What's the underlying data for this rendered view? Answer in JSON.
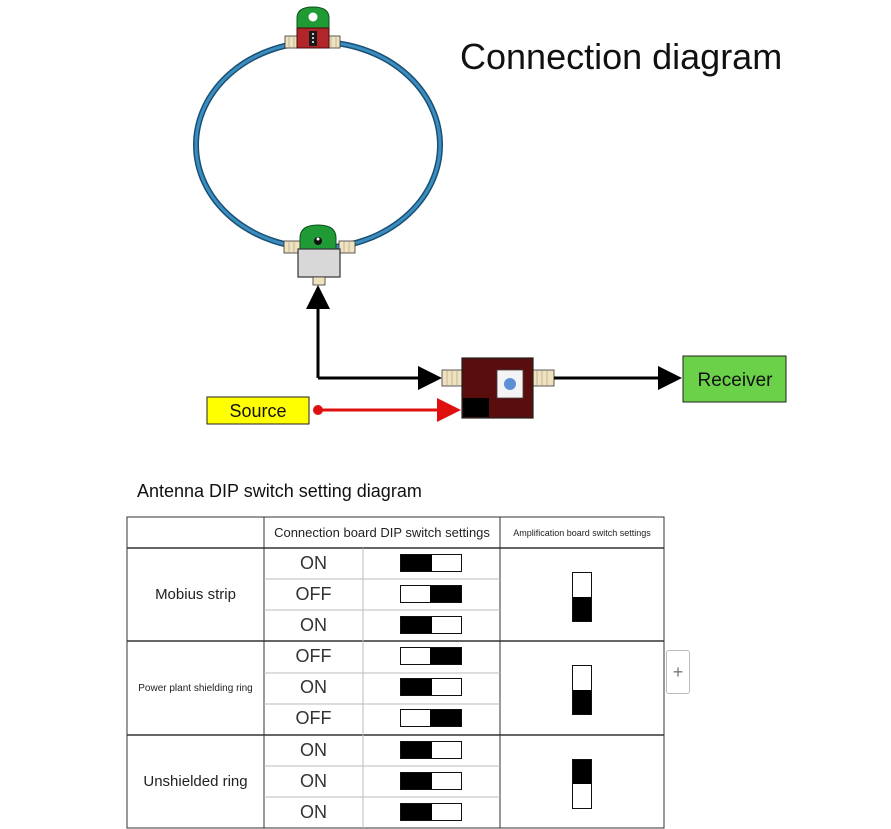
{
  "diagram": {
    "title": "Connection diagram",
    "source_label": "Source",
    "receiver_label": "Receiver"
  },
  "colors": {
    "loop": "#2a6f9e",
    "pcb_green": "#1f9a35",
    "pcb_red": "#b0262a",
    "amp_board": "#5a0d0d",
    "source_box": "#ffff00",
    "receiver_box": "#6ad149",
    "source_line": "#e01010",
    "signal_line": "#000000"
  },
  "table": {
    "title": "Antenna DIP switch setting diagram",
    "header_connection": "Connection board DIP switch settings",
    "header_amplification": "Amplification board switch settings",
    "groups": [
      {
        "label": "Mobius strip",
        "rows": [
          {
            "state": "ON",
            "position": "left"
          },
          {
            "state": "OFF",
            "position": "right"
          },
          {
            "state": "ON",
            "position": "left"
          }
        ],
        "amp_switch": "down"
      },
      {
        "label": "Power plant shielding ring",
        "rows": [
          {
            "state": "OFF",
            "position": "right"
          },
          {
            "state": "ON",
            "position": "left"
          },
          {
            "state": "OFF",
            "position": "right"
          }
        ],
        "amp_switch": "down"
      },
      {
        "label": "Unshielded ring",
        "rows": [
          {
            "state": "ON",
            "position": "left"
          },
          {
            "state": "ON",
            "position": "left"
          },
          {
            "state": "ON",
            "position": "left"
          }
        ],
        "amp_switch": "up"
      }
    ]
  },
  "expand_button": {
    "label": "+",
    "icon": "plus-icon"
  }
}
